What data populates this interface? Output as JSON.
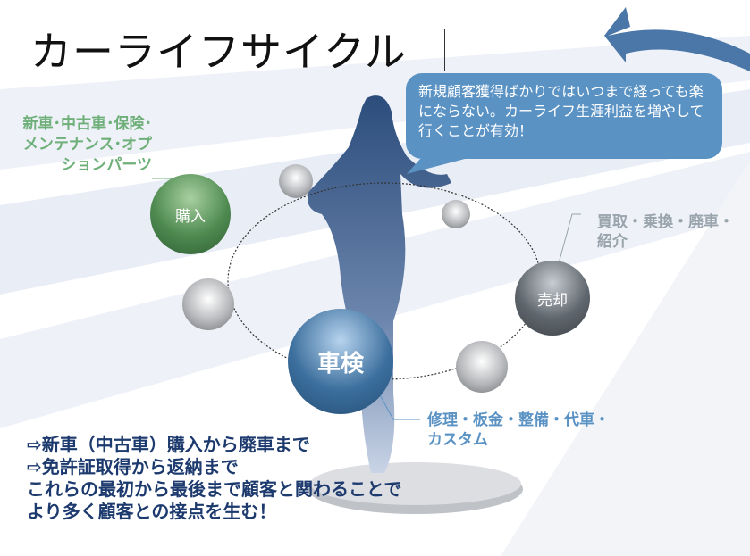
{
  "title": "カーライフサイクル",
  "bubble_text": "新規顧客獲得ばかりではいつまで経っても楽にならない。カーライフ生涯利益を増やして行くことが有効！",
  "nodes": {
    "buy": "購入",
    "sell": "売却",
    "inspection": "車検"
  },
  "labels": {
    "buy": "新車･中古車･保険･メンテナンス･オプションパーツ",
    "sell": "買取・乗換・廃車・紹介",
    "inspection": "修理・板金・整備・代車・カスタム"
  },
  "bottom_lines": [
    "⇨新車（中古車）購入から廃車まで",
    "⇨免許証取得から返納まで",
    "これらの最初から最後まで顧客と関わることで",
    "より多く顧客との接点を生む！"
  ],
  "colors": {
    "accent_blue": "#5a92c4",
    "green": "#6fb07a",
    "gray": "#9aa4ad",
    "navy": "#1d3a6e"
  }
}
